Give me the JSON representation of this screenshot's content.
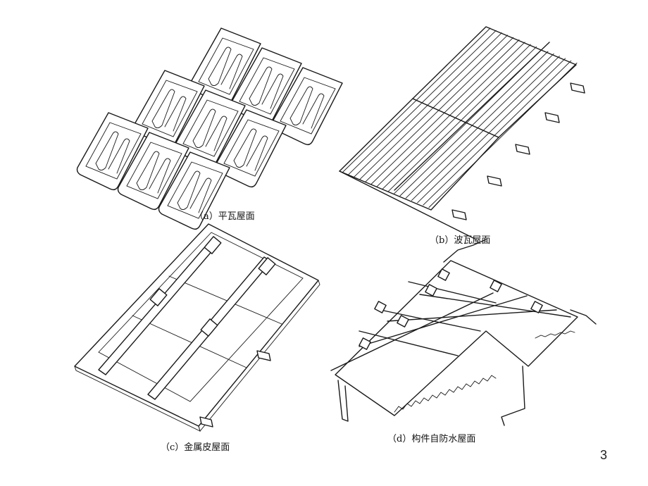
{
  "figures": {
    "a": {
      "caption": "（a）平瓦屋面"
    },
    "b": {
      "caption": "（b）波瓦屋面"
    },
    "c": {
      "caption": "（c）金属皮屋面"
    },
    "d": {
      "caption": "（d）构件自防水屋面"
    }
  },
  "page_number": "3"
}
